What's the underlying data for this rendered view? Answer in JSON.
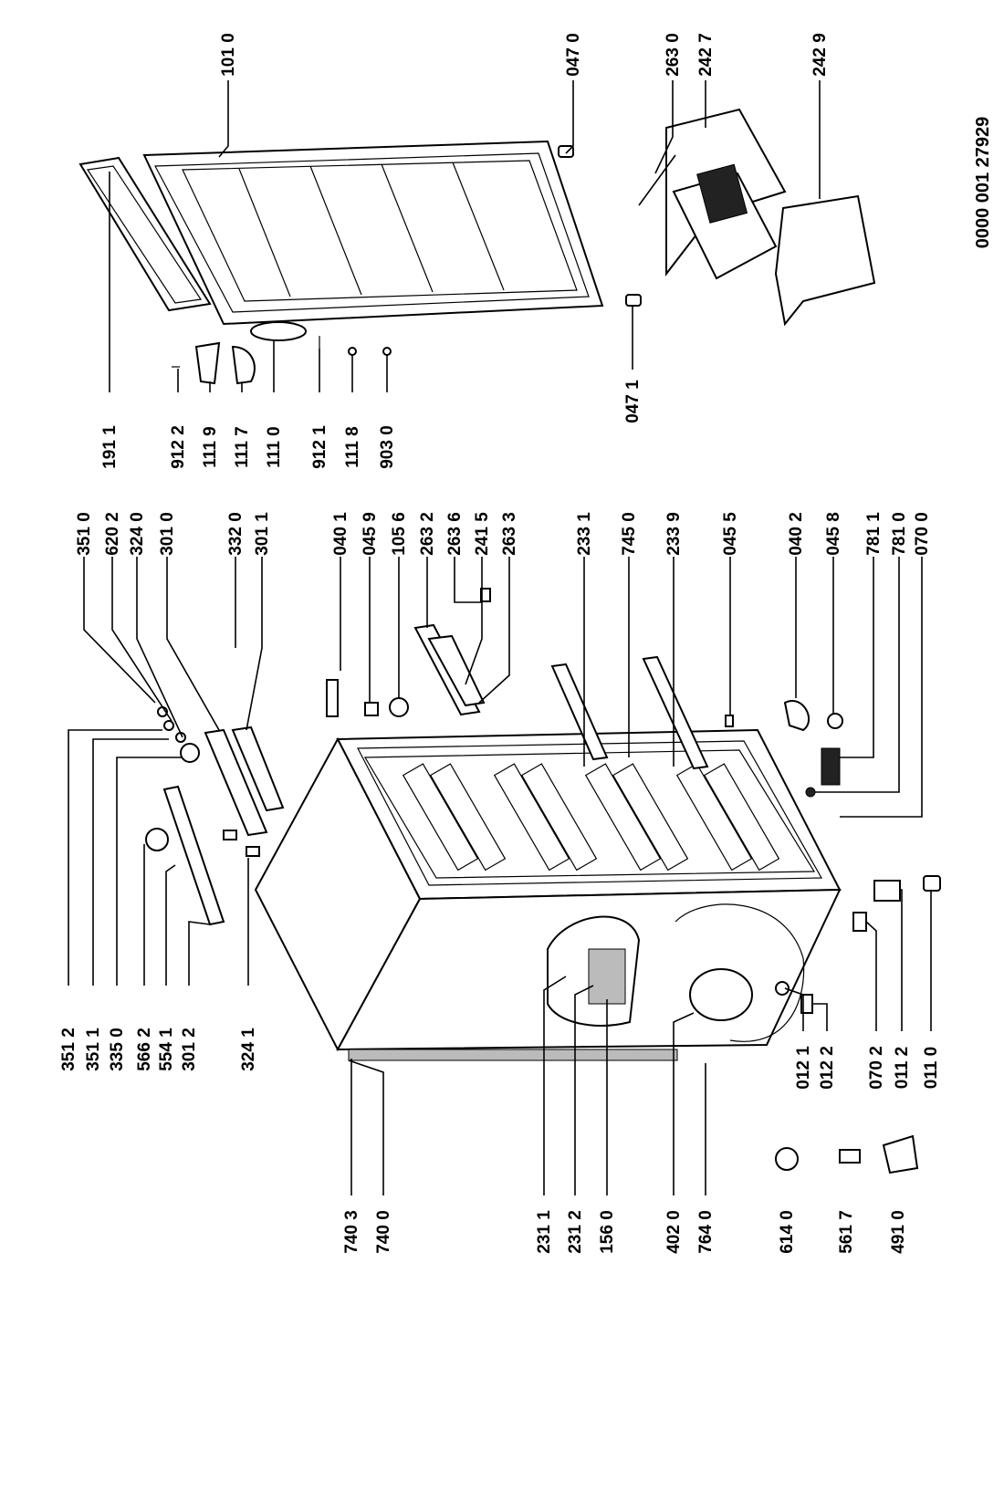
{
  "document_number": "0000 001 27929",
  "left_column": [
    "740 3",
    "740 0",
    "231 1",
    "231 2",
    "156 0",
    "402 0",
    "764 0",
    "614 0",
    "561 7",
    "491 0"
  ],
  "upper_left_column": [
    "351 2",
    "351 1",
    "335 0",
    "566 2",
    "554 1",
    "301 2",
    "324 1"
  ],
  "upper_right_column": [
    "351 0",
    "620 2",
    "324 0",
    "301 0",
    "332 0",
    "301 1"
  ],
  "middle_bottom_column": [
    "012 1",
    "012 2",
    "070 2",
    "011 2",
    "011 0"
  ],
  "middle_top_column": [
    "040 1",
    "045 9",
    "105 6",
    "263 2",
    "263 6",
    "241 5",
    "263 3",
    "233 1",
    "745 0",
    "233 9",
    "045 5",
    "040 2",
    "045 8",
    "781 1",
    "781 0",
    "070 0"
  ],
  "door_labels": [
    "191 1",
    "912 2",
    "111 9",
    "111 7",
    "111 0",
    "912 1",
    "111 8",
    "903 0",
    "047 1"
  ],
  "door_top_labels": [
    "101 0",
    "047 0",
    "263 0",
    "242 7",
    "242 9"
  ],
  "icons": [
    "freezer-cabinet",
    "freezer-door",
    "compressor",
    "drawer",
    "thermostat-knob"
  ]
}
